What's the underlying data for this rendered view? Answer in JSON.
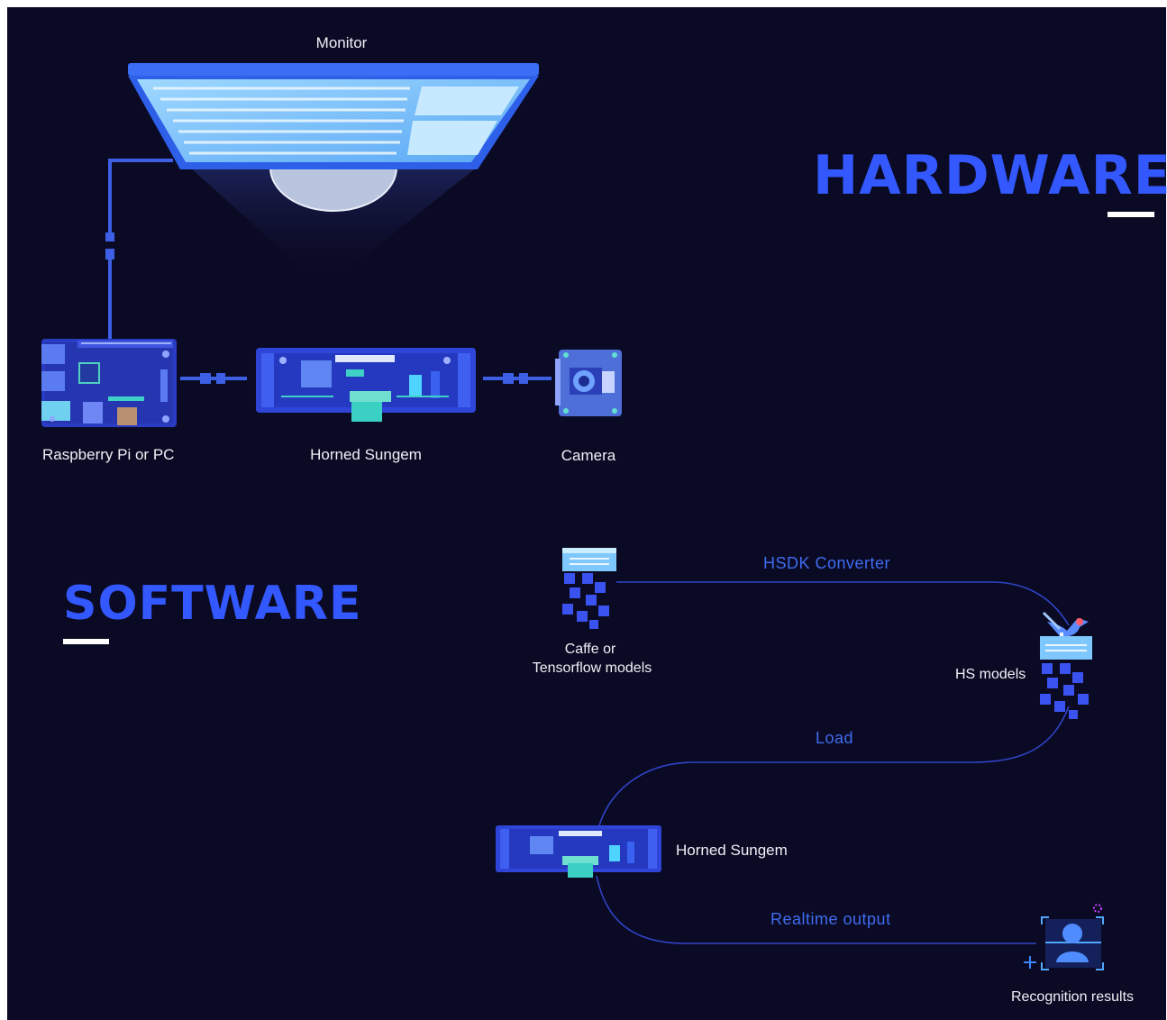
{
  "hardware": {
    "heading": "HARDWARE",
    "monitor_label": "Monitor",
    "raspberry_label": "Raspberry Pi  or PC",
    "sungem_label": "Horned Sungem",
    "camera_label": "Camera"
  },
  "software": {
    "heading": "SOFTWARE",
    "caffe_label_line1": "Caffe or",
    "caffe_label_line2": "Tensorflow models",
    "converter_label": "HSDK  Converter",
    "hs_models_label": "HS models",
    "load_label": "Load",
    "sungem_label": "Horned Sungem",
    "output_label": "Realtime output",
    "recognition_label": "Recognition results"
  },
  "colors": {
    "background": "#0b0a24",
    "accent": "#3358ff",
    "device_blue": "#2f45d8",
    "screen_light": "#7fc8ff"
  },
  "icons": [
    "monitor-icon",
    "raspberry-pi-board-icon",
    "sungem-board-icon",
    "camera-module-icon",
    "model-stack-icon",
    "hummingbird-icon",
    "face-recognition-icon"
  ]
}
